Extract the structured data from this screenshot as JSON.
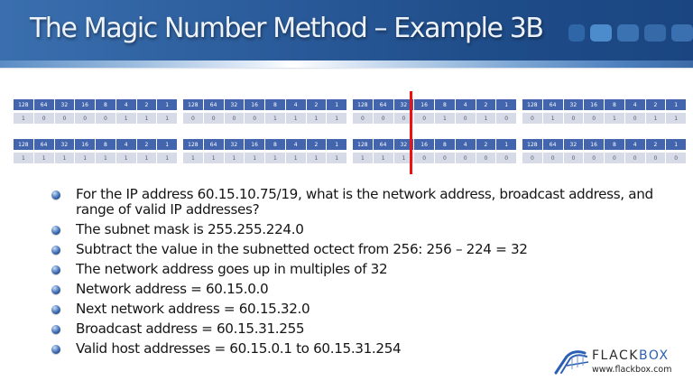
{
  "slide": {
    "title": "The Magic Number Method – Example 3B"
  },
  "colors": {
    "header_blue": "#1f4d8a",
    "cell_header": "#4265ad",
    "cell_value": "#d7dbe8",
    "divider_red": "#ee1111",
    "logo_blue": "#2b5fb3"
  },
  "binary_tables": {
    "bit_weights": [
      "128",
      "64",
      "32",
      "16",
      "8",
      "4",
      "2",
      "1"
    ],
    "ip_address_row": {
      "octets": [
        [
          "1",
          "0",
          "0",
          "0",
          "0",
          "1",
          "1",
          "1"
        ],
        [
          "0",
          "0",
          "0",
          "0",
          "1",
          "1",
          "1",
          "1"
        ],
        [
          "0",
          "0",
          "0",
          "0",
          "1",
          "0",
          "1",
          "0"
        ],
        [
          "0",
          "1",
          "0",
          "0",
          "1",
          "0",
          "1",
          "1"
        ]
      ]
    },
    "subnet_mask_row": {
      "octets": [
        [
          "1",
          "1",
          "1",
          "1",
          "1",
          "1",
          "1",
          "1"
        ],
        [
          "1",
          "1",
          "1",
          "1",
          "1",
          "1",
          "1",
          "1"
        ],
        [
          "1",
          "1",
          "1",
          "0",
          "0",
          "0",
          "0",
          "0"
        ],
        [
          "0",
          "0",
          "0",
          "0",
          "0",
          "0",
          "0",
          "0"
        ]
      ]
    }
  },
  "bullets": [
    "For the IP address 60.15.10.75/19, what is the network address, broadcast address, and range of valid IP addresses?",
    "The subnet mask is 255.255.224.0",
    "Subtract the value in the subnetted octect from 256: 256 – 224 = 32",
    "The network address goes up in multiples of 32",
    "Network address = 60.15.0.0",
    "Next network address = 60.15.32.0",
    "Broadcast address = 60.15.31.255",
    "Valid host addresses = 60.15.0.1 to 60.15.31.254"
  ],
  "logo": {
    "brand_part1": "FLACK",
    "brand_part2": "BOX",
    "url": "www.flackbox.com",
    "icon": "bridge-icon"
  }
}
